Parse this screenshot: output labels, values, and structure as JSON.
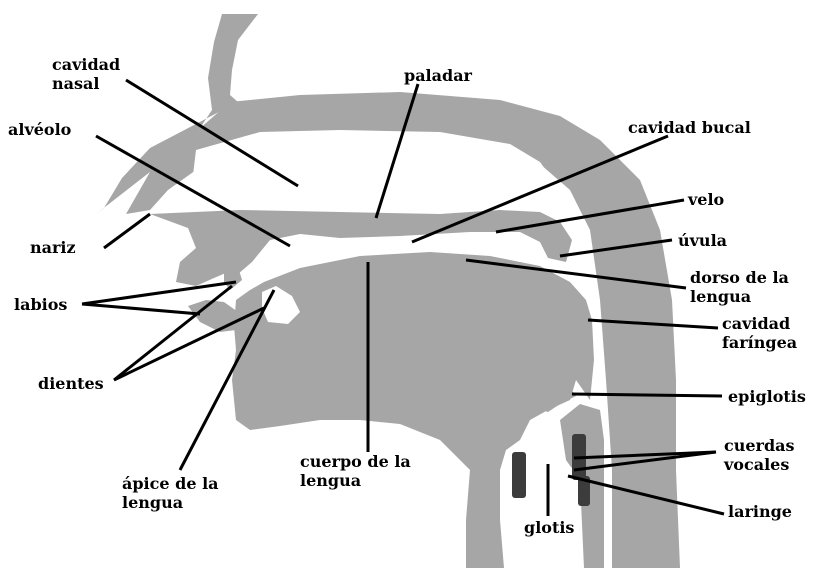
{
  "colors": {
    "tissue": "#a6a6a6",
    "cavity": "#ffffff",
    "vocal_cords": "#3c3c3c",
    "ink": "#000000"
  },
  "labels": {
    "cavidad_nasal": "cavidad nasal",
    "paladar": "paladar",
    "alveolo": "alvéolo",
    "cavidad_bucal": "cavidad bucal",
    "velo": "velo",
    "nariz": "nariz",
    "uvula": "úvula",
    "dorso_lengua": "dorso de la lengua",
    "labios": "labios",
    "cavidad_faringea": "cavidad faríngea",
    "dientes": "dientes",
    "epiglotis": "epiglotis",
    "cuerpo_lengua": "cuerpo de la lengua",
    "cuerdas_vocales": "cuerdas vocales",
    "apice_lengua": "ápice de la lengua",
    "laringe": "laringe",
    "glotis": "glotis"
  }
}
